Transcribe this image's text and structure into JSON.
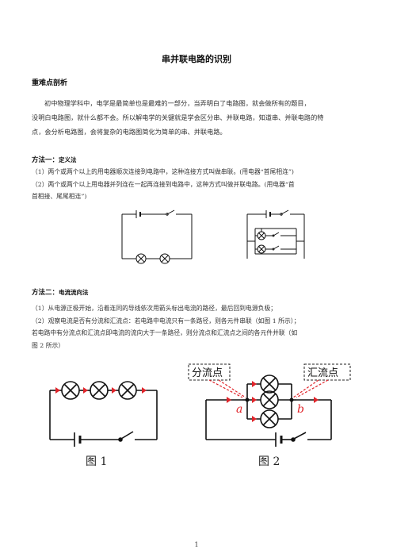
{
  "title": "串并联电路的识别",
  "section_heading": "重难点剖析",
  "intro": {
    "line1": "初中物理学科中，电学是最简单也是最难的一部分，当弄明白了电路图，就会做所有的题目，",
    "line2": "没明白电路图，就什么都不会。所以解电学的关键就是学会区分串、并联电路，知道串、并联电路的特",
    "line3": "点，会分析电路图，会将复杂的电路图简化为简单的串、并联电路。"
  },
  "method1": {
    "heading": "方法一：",
    "heading_sub": "定义法",
    "line1": "（1）两个或两个以上的用电器顺次连接到电路中，这种连接方式叫做串联。(用电器“首尾相连”)",
    "line2": "（2）两个或两个以上用电器并列连在一起再连接到电路中，这种方式叫做并联电路。(用电器“首",
    "line3": "首相接、尾尾相连”)"
  },
  "method2": {
    "heading": "方法二：",
    "heading_sub": "电流流向法",
    "line1": "（1）从电源正极开始，沿着连同的导线依次用箭头标出电流的路径，最后回到电源负极；",
    "line2": "（2）观察电流是否有分流和汇流点：若电路中电流只有一条路径，则各元件串联（如图 1 所示）；",
    "line3": "若电路中有分流点和汇流点即电流的流向大于一条路径，则分流点和汇流点之间的各元件并联（如",
    "line4": "图 2 所示）"
  },
  "figures": {
    "fig1_caption": "图 1",
    "fig2_caption": "图 2",
    "split_label": "分流点",
    "merge_label": "汇流点",
    "node_a": "a",
    "node_b": "b"
  },
  "page_number": "1",
  "colors": {
    "arrow": "#e0242a",
    "label_dash": "#e0242a",
    "wire": "#111111"
  }
}
